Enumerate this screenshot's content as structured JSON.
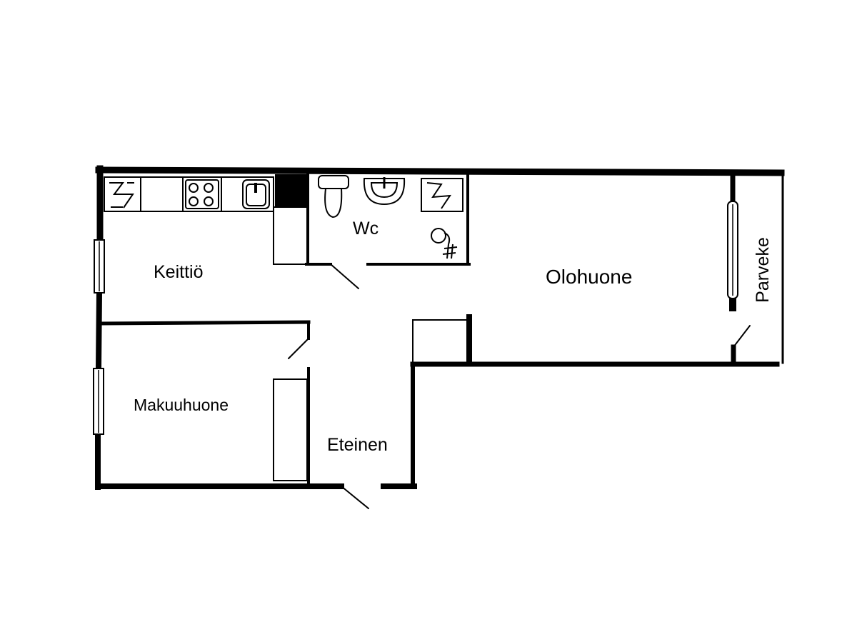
{
  "plan": {
    "rooms": {
      "kitchen": "Keittiö",
      "wc": "Wc",
      "living": "Olohuone",
      "balcony": "Parveke",
      "bedroom": "Makuuhuone",
      "hall": "Eteinen"
    },
    "colors": {
      "wall": "#000000",
      "background": "#ffffff"
    }
  }
}
